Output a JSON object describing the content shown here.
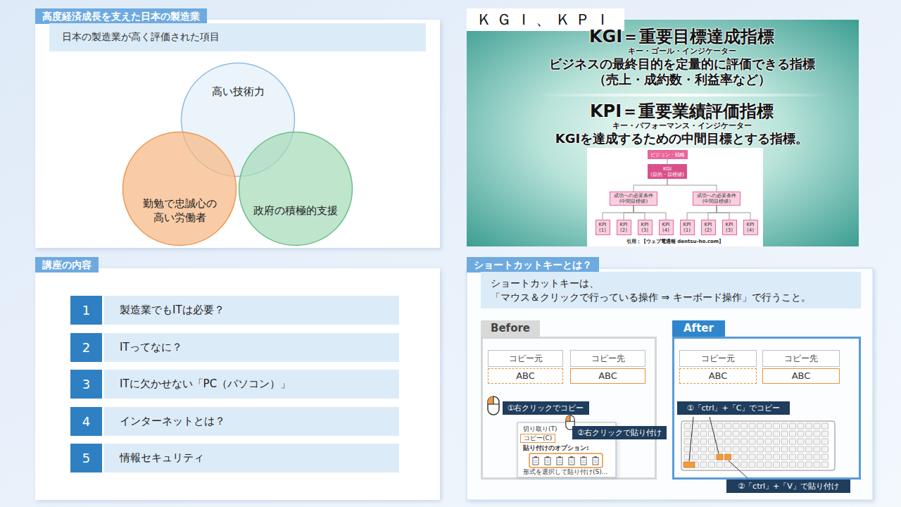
{
  "diagram": {
    "nodes": [
      {
        "text": [
          "高度経済成長を支えた日本の製造業"
        ]
      },
      {
        "text": [
          "日本の製造業が高く評価された項目"
        ],
        "in": 0
      },
      {
        "text": [
          "高い技術力"
        ],
        "in": 0
      },
      {
        "text": [
          "勤勉で忠誠心の 高い労働者"
        ],
        "in": 0
      },
      {
        "text": [
          "政府の積極的支援"
        ],
        "in": 0
      },
      {
        "text": [
          "ＫＧＩ、ＫＰＩ",
          "KGI＝重要目標達成指標",
          "キー・ゴール・インジケーター",
          "ビジネスの最終目的を定量的に評価できる指標",
          "（売上・成約数・利益率など）",
          "KPI＝重要業績評価指標",
          "キー・パフォーマンス・インジケーター",
          "KGIを達成するための中間目標とする指標。"
        ]
      },
      {
        "text": [
          "引用：【ウェブ電通報 dentsu-ho.com】"
        ],
        "in": 5
      },
      {
        "text": [
          "ビジョン・戦略"
        ],
        "in": 6
      },
      {
        "text": [
          "KGI",
          "(目的・目標値)"
        ],
        "in": 6
      },
      {
        "text": [
          "成功への必要条件",
          "(中間目標値)"
        ],
        "in": 6
      },
      {
        "text": [
          "成功への必要条件",
          "(中間目標値)"
        ],
        "in": 6
      },
      {
        "text": [
          "KPI",
          "(1)"
        ],
        "in": 6
      },
      {
        "text": [
          "KPI",
          "(2)"
        ],
        "in": 6
      },
      {
        "text": [
          "KPI",
          "(3)"
        ],
        "in": 6
      },
      {
        "text": [
          "KPI",
          "(4)"
        ],
        "in": 6
      },
      {
        "text": [
          "KPI",
          "(1)"
        ],
        "in": 6
      },
      {
        "text": [
          "KPI",
          "(2)"
        ],
        "in": 6
      },
      {
        "text": [
          "KPI",
          "(3)"
        ],
        "in": 6
      },
      {
        "text": [
          "KPI",
          "(4)"
        ],
        "in": 6
      },
      {
        "text": [
          "講座の内容"
        ]
      },
      {
        "text": [
          "1"
        ],
        "in": 19
      },
      {
        "text": [
          "製造業でもITは必要？"
        ],
        "in": 19
      },
      {
        "text": [
          "2"
        ],
        "in": 19
      },
      {
        "text": [
          "ITってなに？"
        ],
        "in": 19
      },
      {
        "text": [
          "3"
        ],
        "in": 19
      },
      {
        "text": [
          "ITに欠かせない「PC（パソコン）」"
        ],
        "in": 19
      },
      {
        "text": [
          "4"
        ],
        "in": 19
      },
      {
        "text": [
          "インターネットとは？"
        ],
        "in": 19
      },
      {
        "text": [
          "5"
        ],
        "in": 19
      },
      {
        "text": [
          "情報セキュリティ"
        ],
        "in": 19
      },
      {
        "text": [
          "ショートカットキーとは？"
        ]
      },
      {
        "text": [
          "ショートカットキーは、",
          "「マウス＆クリックで行っている操作 ⇒ キーボード操作」で行うこと。"
        ],
        "in": 30
      },
      {
        "text": [
          "Before"
        ],
        "in": 30
      },
      {
        "text": [
          "コピー元",
          "ABC"
        ],
        "in": 32
      },
      {
        "text": [
          "コピー先",
          "ABC"
        ],
        "in": 32
      },
      {
        "text": [
          "切り取り(T)",
          "コピー(C)",
          "貼り付けのオプション:",
          "形式を選択して貼り付け(S)..."
        ],
        "in": 32
      },
      {
        "text": [
          "①右クリックでコピー"
        ],
        "in": 32
      },
      {
        "text": [
          "②右クリックで貼り付け"
        ],
        "in": 32
      },
      {
        "text": [
          "After"
        ],
        "in": 30
      },
      {
        "text": [
          "コピー元",
          "ABC"
        ],
        "in": 38
      },
      {
        "text": [
          "コピー先",
          "ABC"
        ],
        "in": 38
      },
      {
        "text": [
          "①「ctrl」+「C」でコピー"
        ],
        "in": 38
      },
      {
        "text": [
          "②「ctrl」+「V」で貼り付け"
        ],
        "in": 38
      }
    ],
    "edges": [
      {
        "from": 7,
        "to": 8,
        "arrow": "none"
      },
      {
        "from": 8,
        "to": 9,
        "arrow": "none"
      },
      {
        "from": 8,
        "to": 10,
        "arrow": "none"
      },
      {
        "from": 9,
        "to": 11,
        "arrow": "none"
      },
      {
        "from": 9,
        "to": 12,
        "arrow": "none"
      },
      {
        "from": 9,
        "to": 13,
        "arrow": "none"
      },
      {
        "from": 9,
        "to": 14,
        "arrow": "none"
      },
      {
        "from": 10,
        "to": 15,
        "arrow": "none"
      },
      {
        "from": 10,
        "to": 16,
        "arrow": "none"
      },
      {
        "from": 10,
        "to": 17,
        "arrow": "none"
      },
      {
        "from": 10,
        "to": 18,
        "arrow": "none"
      }
    ]
  }
}
